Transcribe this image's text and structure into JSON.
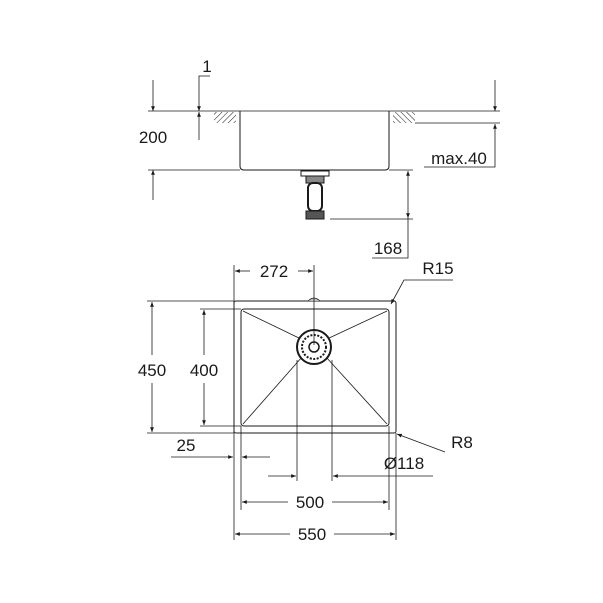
{
  "drawing": {
    "side_view": {
      "dim_thickness": "1",
      "dim_depth": "200",
      "dim_counter_max": "max.40",
      "dim_waste_height": "168"
    },
    "top_view": {
      "dim_drain_offset": "272",
      "dim_corner_outer_radius": "R15",
      "dim_outer_depth": "450",
      "dim_inner_depth": "400",
      "dim_rim": "25",
      "dim_corner_inner_radius": "R8",
      "dim_drain_diameter": "Ø118",
      "dim_inner_width": "500",
      "dim_outer_width": "550"
    },
    "line_color": "#1a1a1a"
  }
}
